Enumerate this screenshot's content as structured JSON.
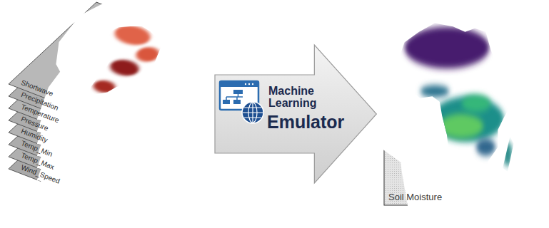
{
  "diagram": {
    "nodes": [
      {
        "text": [
          "Machine Learning",
          "Emulator"
        ]
      },
      {
        "text": [
          "Soil Moisture"
        ]
      }
    ],
    "labels": [
      "Shortwave",
      "Precipitation",
      "Temperature",
      "Pressure",
      "Humidity",
      "Temp_Min",
      "Temp_Max",
      "Wind_Speed"
    ]
  }
}
